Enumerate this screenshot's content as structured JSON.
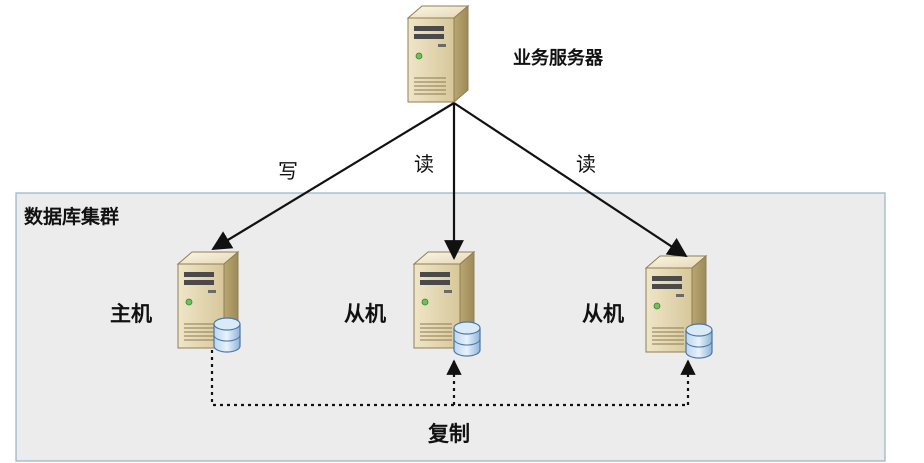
{
  "diagram": {
    "business_server": {
      "label": "业务服务器"
    },
    "cluster": {
      "label": "数据库集群"
    },
    "nodes": [
      {
        "label": "主机"
      },
      {
        "label": "从机"
      },
      {
        "label": "从机"
      }
    ],
    "edges": [
      {
        "label": "写"
      },
      {
        "label": "读"
      },
      {
        "label": "读"
      }
    ],
    "replication": {
      "label": "复制"
    }
  }
}
